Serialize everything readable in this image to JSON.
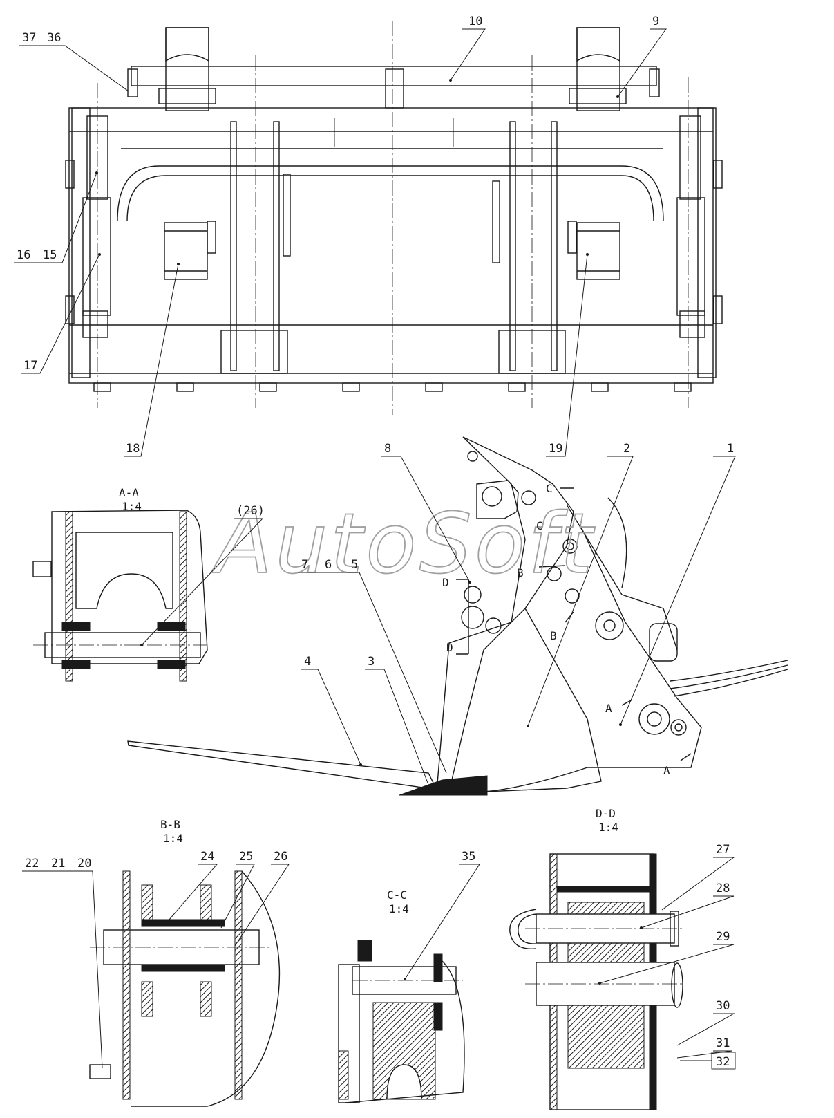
{
  "watermark": "AutoSoft",
  "section_titles": {
    "aa": "A-A",
    "aa_scale": "1:4",
    "bb": "B-B",
    "bb_scale": "1:4",
    "cc": "C-C",
    "cc_scale": "1:4",
    "dd": "D-D",
    "dd_scale": "1:4"
  },
  "section_markers": {
    "a": "A",
    "b": "B",
    "c": "C",
    "d": "D"
  },
  "part_labels": {
    "p1": "1",
    "p2": "2",
    "p3": "3",
    "p4": "4",
    "p5": "5",
    "p6": "6",
    "p7": "7",
    "p8": "8",
    "p9": "9",
    "p10": "10",
    "p15": "15",
    "p16": "16",
    "p17": "17",
    "p18": "18",
    "p19": "19",
    "p20": "20",
    "p21": "21",
    "p22": "22",
    "p24": "24",
    "p25": "25",
    "p26": "26",
    "p26_ref": "(26)",
    "p27": "27",
    "p28": "28",
    "p29": "29",
    "p30": "30",
    "p31": "31",
    "p32": "32",
    "p35": "35",
    "p36": "36",
    "p37": "37"
  },
  "colors": {
    "line": "#1a1a1a",
    "watermark": "#a0a0a0",
    "paper": "#ffffff"
  }
}
